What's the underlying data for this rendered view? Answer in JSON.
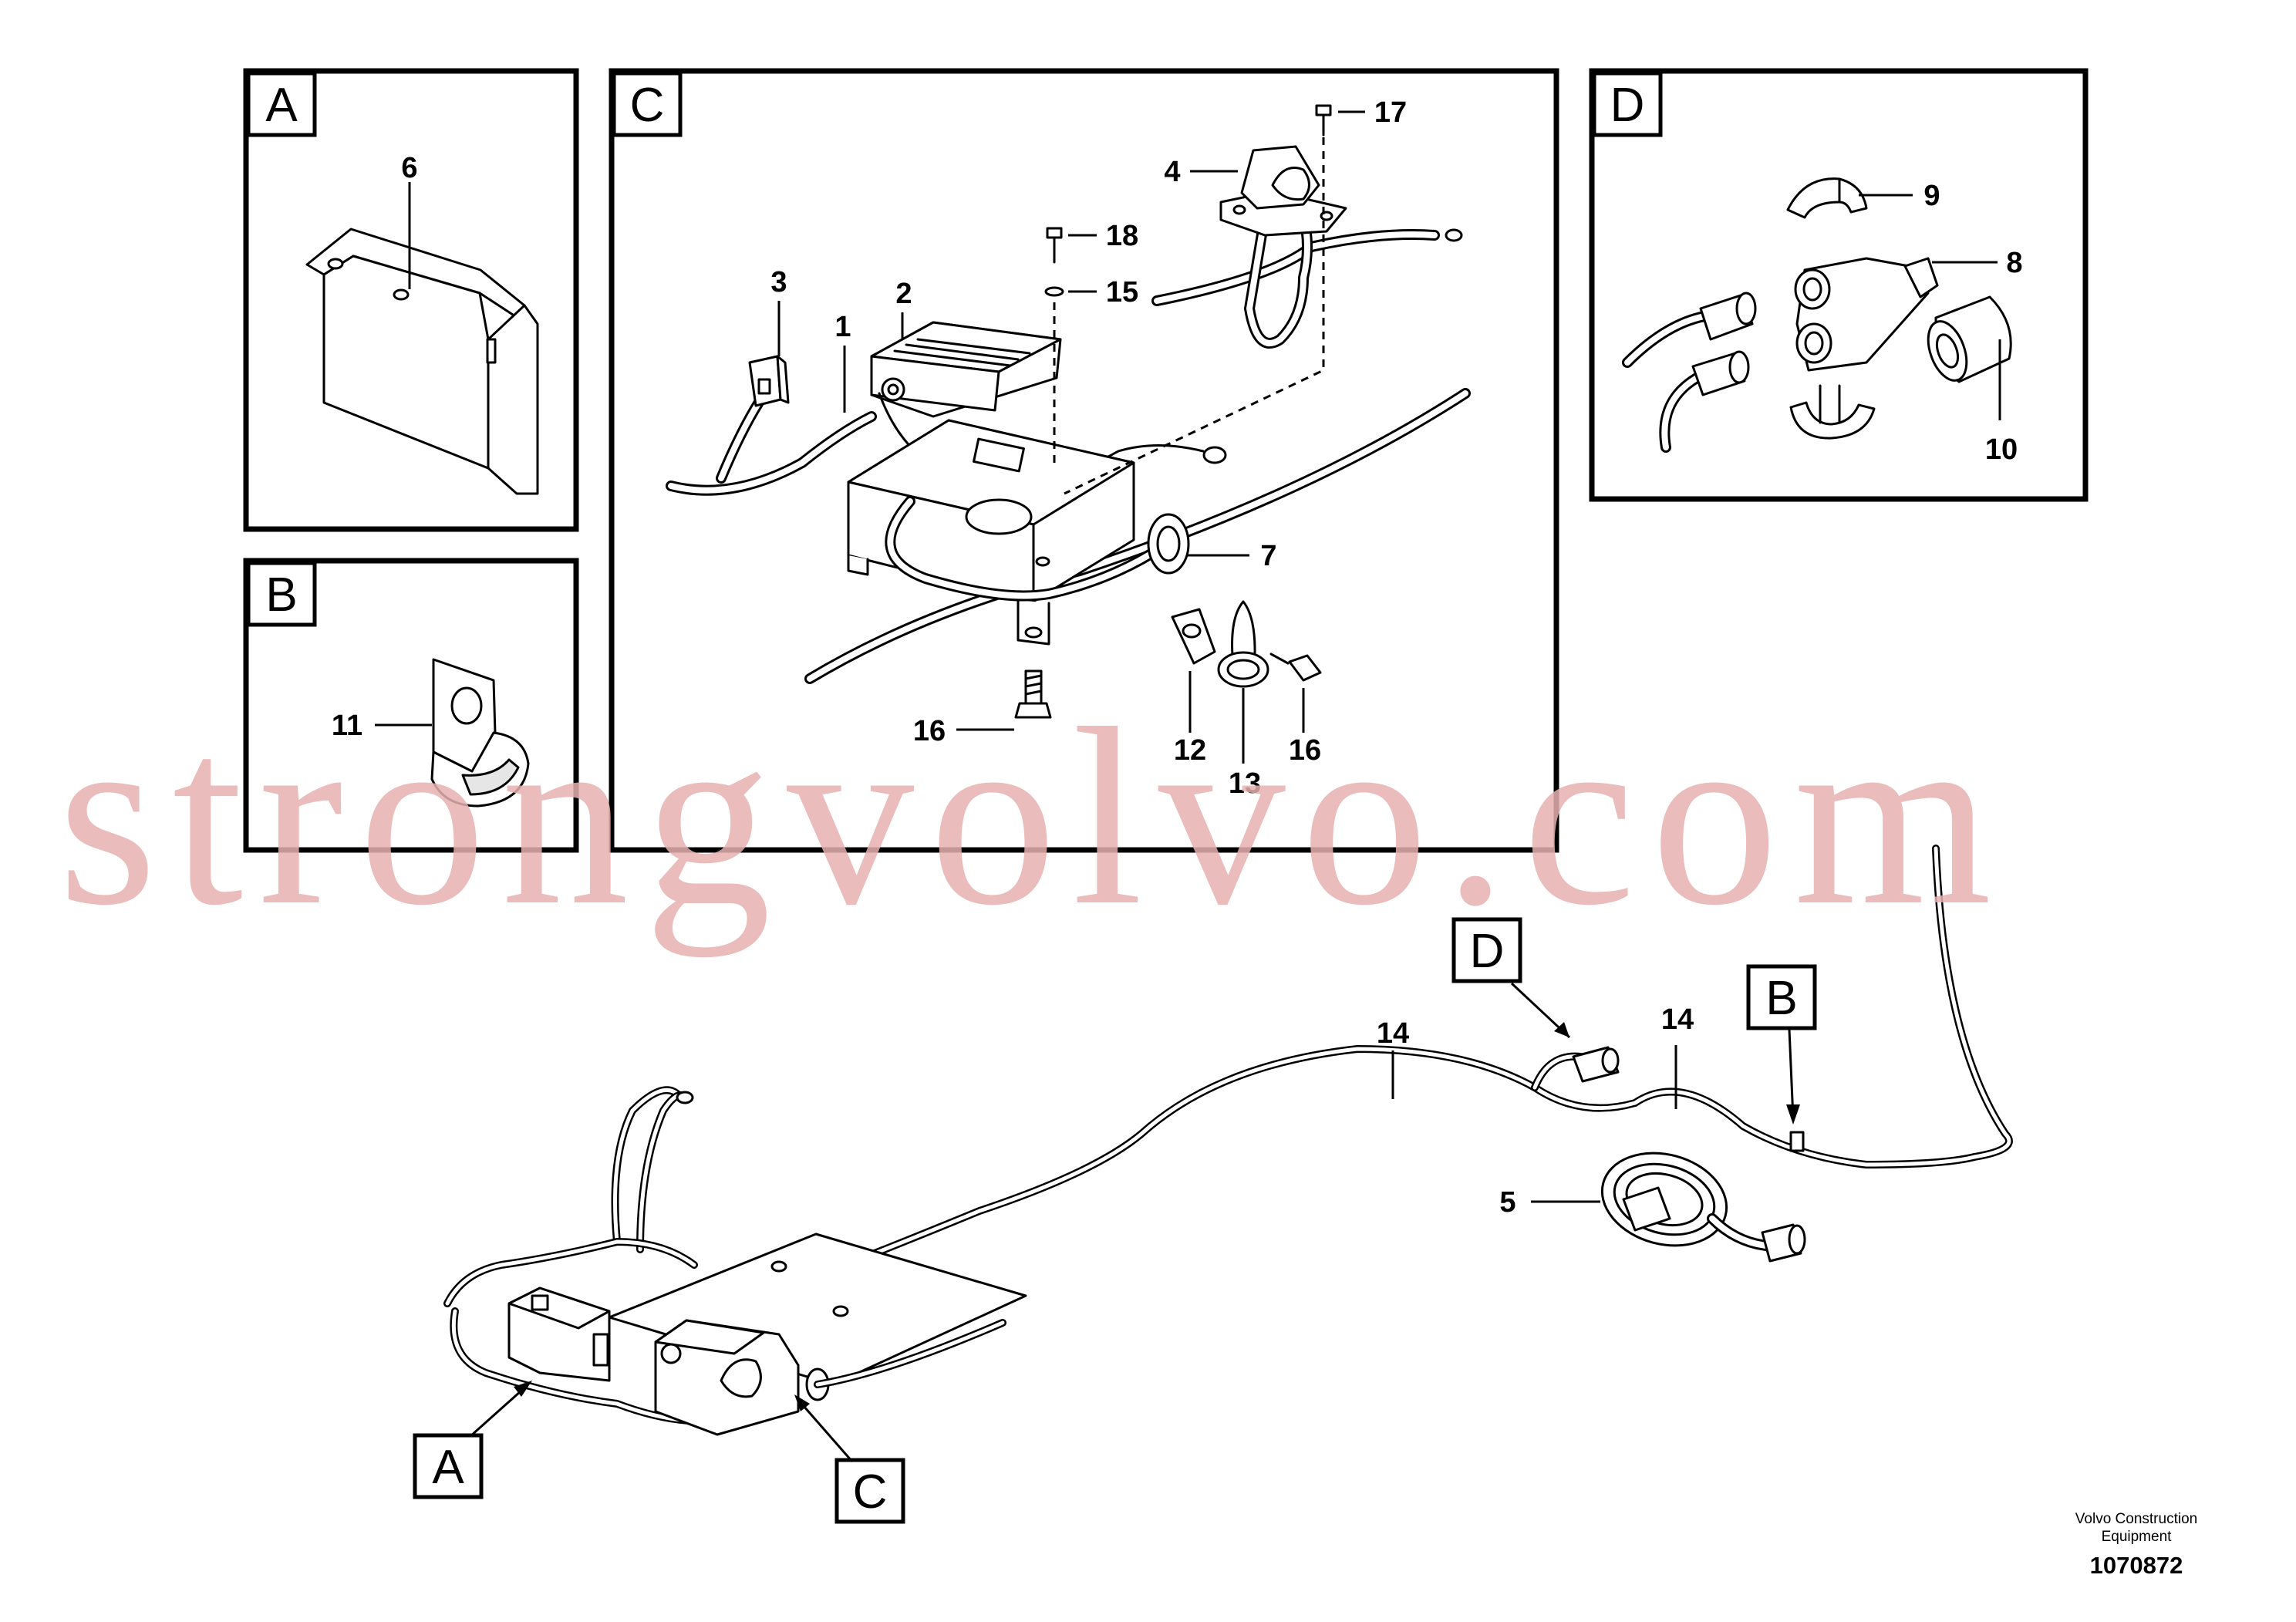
{
  "panels": {
    "a": {
      "letter": "A",
      "callouts": [
        "6"
      ]
    },
    "b": {
      "letter": "B",
      "callouts": [
        "11"
      ]
    },
    "c": {
      "letter": "C",
      "callouts": [
        "17",
        "4",
        "18",
        "15",
        "3",
        "2",
        "1",
        "7",
        "16",
        "12",
        "13",
        "16"
      ]
    },
    "d": {
      "letter": "D",
      "callouts": [
        "9",
        "8",
        "10"
      ]
    }
  },
  "overview": {
    "callouts": [
      "14",
      "14",
      "5"
    ],
    "markers": [
      "D",
      "B",
      "A",
      "C"
    ]
  },
  "watermark": "strongvolvo.com",
  "footer": {
    "company_line1": "Volvo Construction",
    "company_line2": "Equipment",
    "drawing_number": "1070872"
  },
  "colors": {
    "ink": "#000000",
    "watermark": "#e8b0b0",
    "paper": "#ffffff"
  }
}
